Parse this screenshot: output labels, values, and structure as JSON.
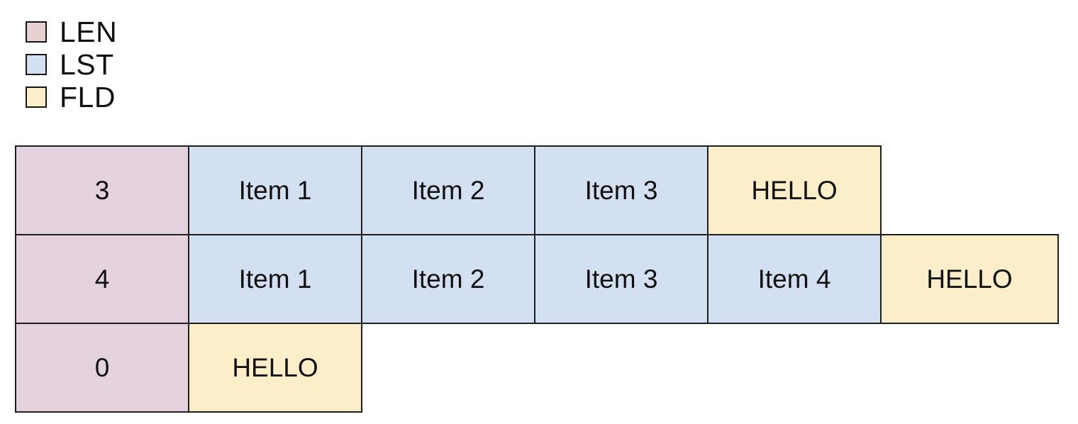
{
  "legend": {
    "items": [
      {
        "label": "LEN",
        "color": "#e8d1d2",
        "kind": "len"
      },
      {
        "label": "LST",
        "color": "#d3e0f1",
        "kind": "lst"
      },
      {
        "label": "FLD",
        "color": "#fbeec9",
        "kind": "fld"
      }
    ]
  },
  "palette": {
    "len": "#e4d2de",
    "lst": "#d3e0f1",
    "fld": "#fbeec9",
    "border": "#1f1f1f",
    "background": "#ffffff",
    "text": "#111111"
  },
  "table": {
    "rows": [
      {
        "length": "3",
        "cells": [
          {
            "text": "3",
            "kind": "len"
          },
          {
            "text": "Item 1",
            "kind": "lst"
          },
          {
            "text": "Item 2",
            "kind": "lst"
          },
          {
            "text": "Item 3",
            "kind": "lst"
          },
          {
            "text": "HELLO",
            "kind": "fld"
          }
        ]
      },
      {
        "length": "4",
        "cells": [
          {
            "text": "4",
            "kind": "len"
          },
          {
            "text": "Item 1",
            "kind": "lst"
          },
          {
            "text": "Item 2",
            "kind": "lst"
          },
          {
            "text": "Item 3",
            "kind": "lst"
          },
          {
            "text": "Item 4",
            "kind": "lst"
          },
          {
            "text": "HELLO",
            "kind": "fld"
          }
        ]
      },
      {
        "length": "0",
        "cells": [
          {
            "text": "0",
            "kind": "len"
          },
          {
            "text": "HELLO",
            "kind": "fld"
          }
        ]
      }
    ]
  }
}
